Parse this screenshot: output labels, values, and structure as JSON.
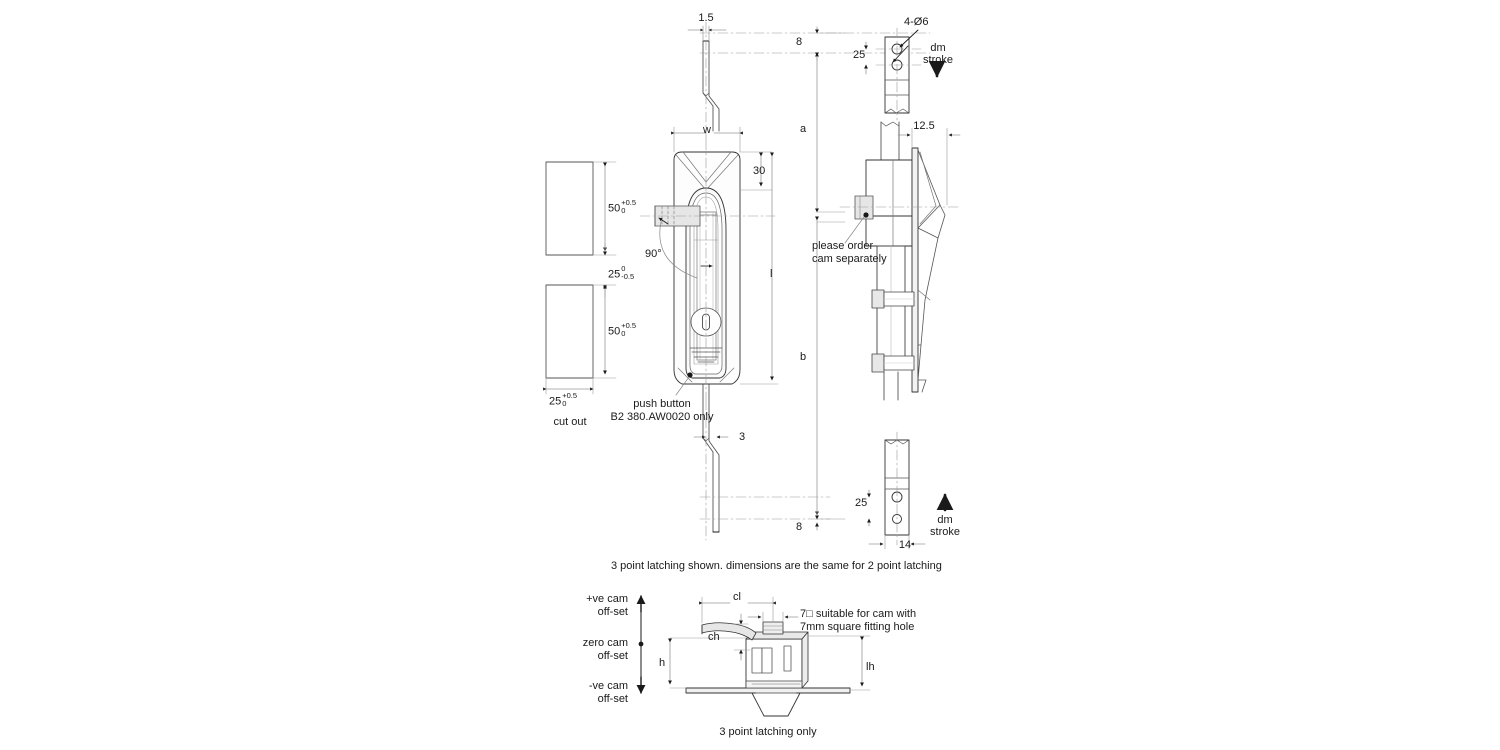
{
  "drawing": {
    "title": "Compression latch / swinghandle multi-point latching technical drawing",
    "line_color": "#1a1a1a",
    "thin_color": "#8a8a8a",
    "fill_color": "#e8e8e8",
    "captions": {
      "cut_out": "cut out",
      "three_point_note": "3 point latching shown. dimensions are the same for 2 point latching",
      "three_point_only": "3 point latching only"
    },
    "notes": {
      "push_button_line1": "push button",
      "push_button_line2": "B2 380.AW0020 only",
      "cam_order_line1": "please order",
      "cam_order_line2": "cam separately",
      "square_fit_line1": "7□ suitable for cam with",
      "square_fit_line2": "7mm square fitting hole"
    },
    "cutout": {
      "dim_top": {
        "base": "50",
        "upper": "+0.5",
        "lower": "0"
      },
      "dim_mid": {
        "base": "25",
        "upper": "0",
        "lower": "-0.5"
      },
      "dim_bottom": {
        "base": "50",
        "upper": "+0.5",
        "lower": "0"
      },
      "dim_width": {
        "base": "25",
        "upper": "+0.5",
        "lower": "0"
      }
    },
    "front_view": {
      "rod_thickness_top": "1.5",
      "rod_thickness_bottom": "3",
      "handle_width": "w",
      "handle_length": "l",
      "head_height": "30",
      "rotation": "90°"
    },
    "side_view": {
      "depth": "12.5",
      "dim_a": "a",
      "dim_b": "b",
      "offset_top": "8",
      "offset_bottom": "8"
    },
    "rod_brackets": {
      "hole_callout": "4-Ø6",
      "pitch_top": "25",
      "pitch_bottom": "25",
      "width": "14",
      "stroke_top_line1": "dm",
      "stroke_top_line2": "stroke",
      "stroke_top_arrow": "down",
      "stroke_bottom_line1": "dm",
      "stroke_bottom_line2": "stroke",
      "stroke_bottom_arrow": "up"
    },
    "cam_detail": {
      "offset_positive_line1": "+ve cam",
      "offset_positive_line2": "off-set",
      "offset_zero_line1": "zero cam",
      "offset_zero_line2": "off-set",
      "offset_negative_line1": "-ve cam",
      "offset_negative_line2": "off-set",
      "cam_length": "cl",
      "cam_height": "ch",
      "height_h": "h",
      "height_lh": "lh"
    }
  }
}
